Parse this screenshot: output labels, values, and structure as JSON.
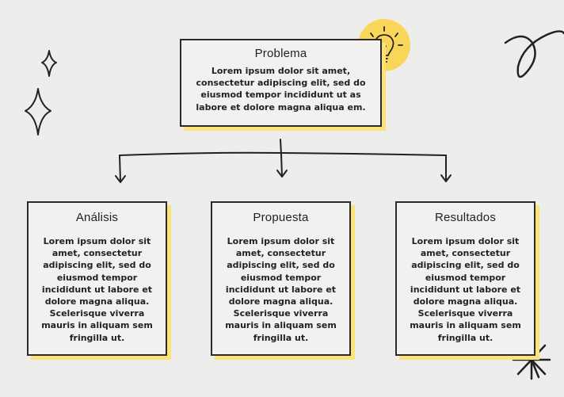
{
  "problem": {
    "title": "Problema",
    "body": "Lorem ipsum dolor sit amet, consectetur adipiscing elit, sed do eiusmod tempor incididunt ut as labore et dolore magna aliqua em."
  },
  "columns": [
    {
      "title": "Análisis",
      "body": "Lorem ipsum dolor sit amet, consectetur adipiscing elit, sed do eiusmod tempor incididunt ut labore et dolore magna aliqua. Scelerisque viverra mauris in aliquam sem fringilla ut."
    },
    {
      "title": "Propuesta",
      "body": "Lorem ipsum dolor sit amet, consectetur adipiscing elit, sed do eiusmod tempor incididunt ut labore et dolore magna aliqua. Scelerisque viverra mauris in aliquam sem fringilla ut."
    },
    {
      "title": "Resultados",
      "body": "Lorem ipsum dolor sit amet, consectetur adipiscing elit, sed do eiusmod tempor incididunt ut labore et dolore magna aliqua. Scelerisque viverra mauris in aliquam sem fringilla ut."
    }
  ],
  "colors": {
    "background": "#ededec",
    "accent_yellow": "#fde27a",
    "ink": "#2b2b2b"
  },
  "icons": [
    "lightbulb-icon",
    "sparkle-icon",
    "scribble-icon",
    "starburst-icon"
  ]
}
